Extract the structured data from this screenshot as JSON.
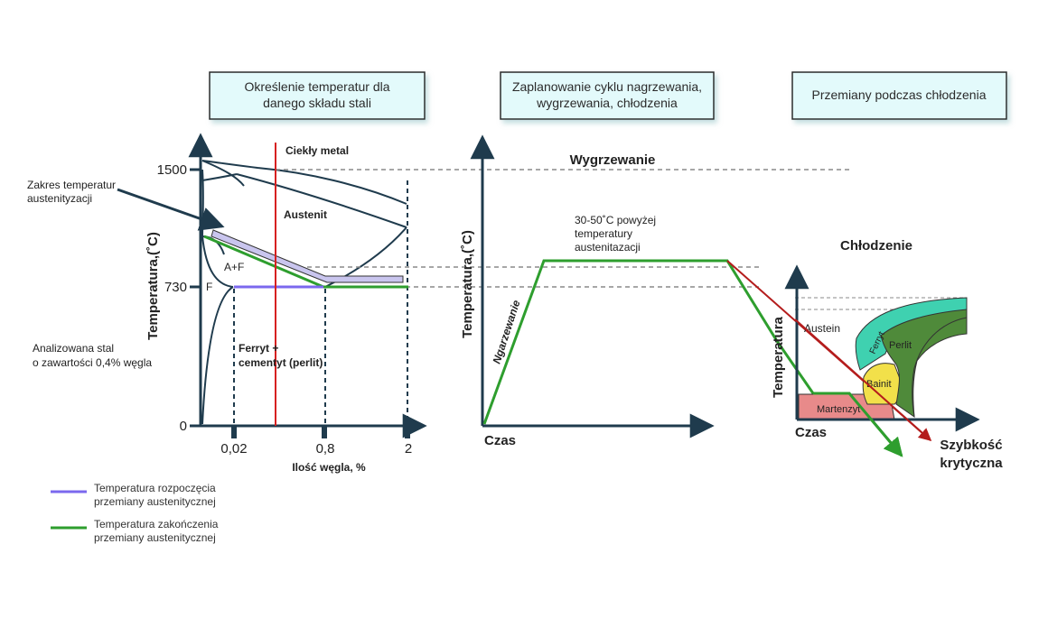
{
  "header_boxes": [
    {
      "lines": [
        "Określenie temperatur dla",
        "danego składu stali"
      ]
    },
    {
      "lines": [
        "Zaplanowanie cyklu nagrzewania,",
        "wygrzewania, chłodzenia"
      ]
    },
    {
      "lines": [
        "Przemiany podczas chłodzenia"
      ]
    }
  ],
  "phase_diagram": {
    "ylabel": "Temperatura,(˚C)",
    "xlabel": "Ilość węgla, %",
    "y_ticks": [
      "1500",
      "730",
      "0"
    ],
    "x_ticks": [
      "0,02",
      "0,8",
      "2"
    ],
    "regions": {
      "liquid": "Ciekły metal",
      "austenite": "Austenit",
      "a_plus_f": "A+F",
      "ferrite": "F",
      "pearlite": [
        "Ferryt +",
        "cementyt (perlit)"
      ]
    },
    "annotation_range": [
      "Zakres temperatur",
      "austenityzacji"
    ],
    "annotation_steel": [
      "Analizowana stal",
      "o zawartości 0,4% węgla"
    ]
  },
  "heat_cycle": {
    "ylabel": "Temperatura,(˚C)",
    "xlabel": "Czas",
    "soak_label": "Wygrzewanie",
    "heating_label": "Ngarzewanie",
    "note": [
      "30-50˚C powyżej",
      "temperatury",
      "austenitazacji"
    ]
  },
  "cooling": {
    "title": "Chłodzenie",
    "ylabel": "Temperatura",
    "xlabel": "Czas",
    "austenite": "Austein",
    "ferrite": "Ferryt",
    "pearlite": "Perlit",
    "bainite": "Bainit",
    "martensite": "Martenzyt",
    "critical_rate": [
      "Szybkość",
      "krytyczna"
    ]
  },
  "legend": [
    {
      "lines": [
        "Temperatura rozpoczęcia",
        "przemiany austenitycznej"
      ],
      "color": "#7b68ee"
    },
    {
      "lines": [
        "Temperatura zakończenia",
        "przemiany austenitycznej"
      ],
      "color": "#2e9e2e"
    }
  ],
  "colors": {
    "axis": "#1f3b4d",
    "green": "#2e9e2e",
    "purple": "#7b68ee",
    "red": "#d62020",
    "dark_red": "#b41c1c",
    "box_fill": "#e3fafb",
    "ferrite_zone": "#3fd1b0",
    "pearlite_zone": "#4f8a3a",
    "bainite_zone": "#f2e04a",
    "martensite_zone": "#e88a8a"
  }
}
